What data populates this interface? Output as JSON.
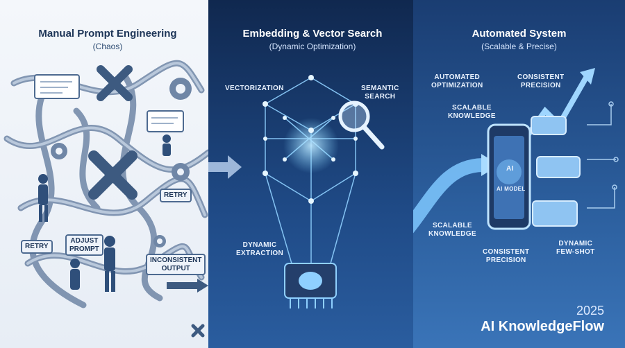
{
  "panels": {
    "manual": {
      "title": "Manual Prompt Engineering",
      "subtitle": "(Chaos)",
      "retry_a": "RETRY",
      "retry_b": "RETRY",
      "adjust_prompt": "ADJUST\nPROMPT",
      "inconsistent_output": "INCONSISTENT\nOUTPUT"
    },
    "embedding": {
      "title": "Embedding & Vector Search",
      "subtitle": "(Dynamic Optimization)",
      "vectorization": "VECTORIZATION",
      "semantic_search": "SEMANTIC\nSEARCH",
      "dynamic_extraction": "DYNAMIC\nEXTRACTION"
    },
    "automated": {
      "title": "Automated System",
      "subtitle": "(Scalable & Precise)",
      "automated_optimization": "AUTOMATED\nOPTIMIZATION",
      "consistent_precision_top": "CONSISTENT\nPRECISION",
      "scalable_knowledge_top": "SCALABLE\nKNOWLEDGE",
      "scalable_knowledge_bottom": "SCALABLE\nKNOWLEDGE",
      "consistent_precision_bottom": "CONSISTENT\nPRECISION",
      "dynamic_few_shot": "DYNAMIC\nFEW-SHOT",
      "phone_ai": "AI",
      "phone_model": "AI MODEL"
    }
  },
  "branding": {
    "year": "2025",
    "name": "AI KnowledgeFlow"
  },
  "icons": [
    "x-mark-icon",
    "gear-icon",
    "person-icon",
    "magnifier-icon",
    "brain-chip-icon",
    "phone-icon",
    "chat-bubble-icon",
    "arrow-icon"
  ],
  "colors": {
    "panel_light": "#eef3fa",
    "panel_dark": "#1f4a86",
    "accent_glow": "#7fd3ff",
    "line_gray": "#4d6a90"
  }
}
